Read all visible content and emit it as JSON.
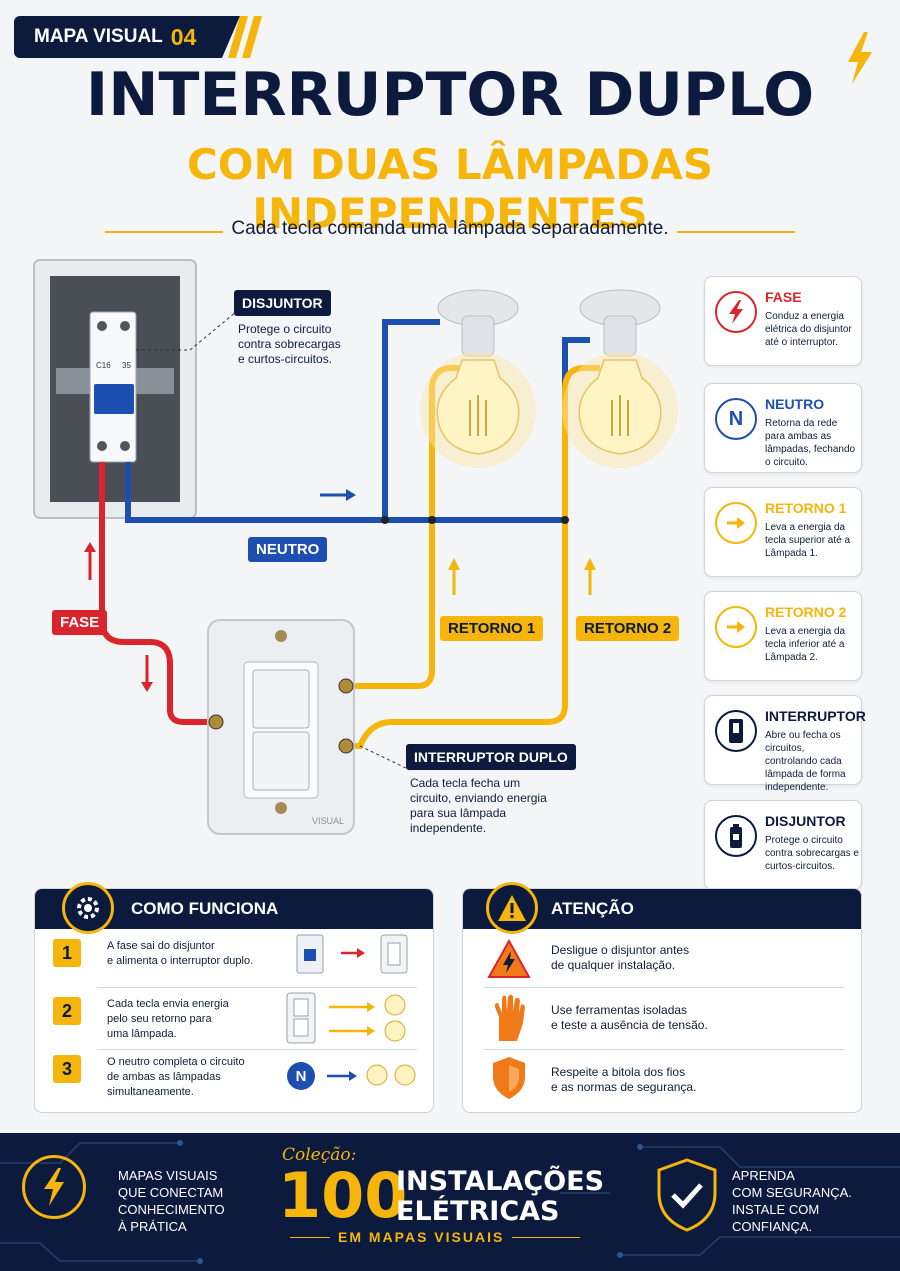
{
  "header": {
    "tag_label": "MAPA VISUAL",
    "tag_number": "04",
    "title_line1": "INTERRUPTOR DUPLO",
    "title_line2": "COM DUAS LÂMPADAS INDEPENDENTES",
    "subtitle": "Cada tecla comanda uma lâmpada separadamente."
  },
  "diagram": {
    "breaker_label": "DISJUNTOR",
    "breaker_text": [
      "Protege o circuito",
      "contra sobrecargas",
      "e curtos-circuitos."
    ],
    "neutral_label": "NEUTRO",
    "phase_label": "FASE",
    "return1_label": "RETORNO 1",
    "return2_label": "RETORNO 2",
    "switch_label": "INTERRUPTOR DUPLO",
    "switch_text": [
      "Cada tecla fecha um",
      "circuito, enviando energia",
      "para sua lâmpada",
      "independente."
    ],
    "switch_brand": "VISUAL",
    "breaker_marks": [
      "C16",
      "35"
    ],
    "colors": {
      "phase": "#d9252b",
      "neutral": "#1d4fb0",
      "return": "#f5b50a"
    }
  },
  "legend": [
    {
      "icon": "lightning-icon",
      "title": "FASE",
      "text": "Conduz a energia elétrica do disjuntor até o interruptor.",
      "title_color": "#d9252b"
    },
    {
      "icon": "n-letter-icon",
      "glyph": "N",
      "title": "NEUTRO",
      "text": "Retorna da rede para ambas as lâmpadas, fechando o circuito.",
      "title_color": "#1d4fb0"
    },
    {
      "icon": "arrow-right-icon",
      "title": "RETORNO 1",
      "text": "Leva a energia da tecla superior até a Lâmpada 1.",
      "title_color": "#f5b50a"
    },
    {
      "icon": "arrow-right-icon",
      "title": "RETORNO 2",
      "text": "Leva a energia da tecla inferior até a Lâmpada 2.",
      "title_color": "#f5b50a"
    },
    {
      "icon": "switch-icon",
      "title": "INTERRUPTOR",
      "text": "Abre ou fecha os circuitos, controlando cada lâmpada de forma independente.",
      "title_color": "#0c1b3d"
    },
    {
      "icon": "breaker-icon",
      "title": "DISJUNTOR",
      "text": "Protege o circuito contra sobrecargas e curtos-circuitos.",
      "title_color": "#0c1b3d"
    }
  ],
  "how_it_works": {
    "title": "COMO FUNCIONA",
    "steps": [
      {
        "num": "1",
        "text": [
          "A fase sai do disjuntor",
          "e alimenta o interruptor duplo."
        ]
      },
      {
        "num": "2",
        "text": [
          "Cada tecla envia energia",
          "pelo seu retorno para",
          "uma lâmpada."
        ]
      },
      {
        "num": "3",
        "text": [
          "O neutro completa o circuito",
          "de ambas as lâmpadas",
          "simultaneamente."
        ]
      }
    ],
    "neutral_glyph": "N"
  },
  "attention": {
    "title": "ATENÇÃO",
    "items": [
      {
        "icon": "warning-lightning-icon",
        "text": [
          "Desligue o disjuntor antes",
          "de qualquer instalação."
        ]
      },
      {
        "icon": "glove-icon",
        "text": [
          "Use ferramentas isoladas",
          "e teste a ausência de tensão."
        ]
      },
      {
        "icon": "shield-icon",
        "text": [
          "Respeite a bitola dos fios",
          "e as normas de segurança."
        ]
      }
    ]
  },
  "footer": {
    "left_text": [
      "MAPAS VISUAIS",
      "QUE CONECTAM",
      "CONHECIMENTO",
      "À PRÁTICA"
    ],
    "collection_label": "Coleção:",
    "big_number": "100",
    "line1": "INSTALAÇÕES",
    "line2": "ELÉTRICAS",
    "sub": "EM MAPAS VISUAIS",
    "right_text": [
      "APRENDA",
      "COM SEGURANÇA.",
      "INSTALE COM",
      "CONFIANÇA."
    ]
  }
}
